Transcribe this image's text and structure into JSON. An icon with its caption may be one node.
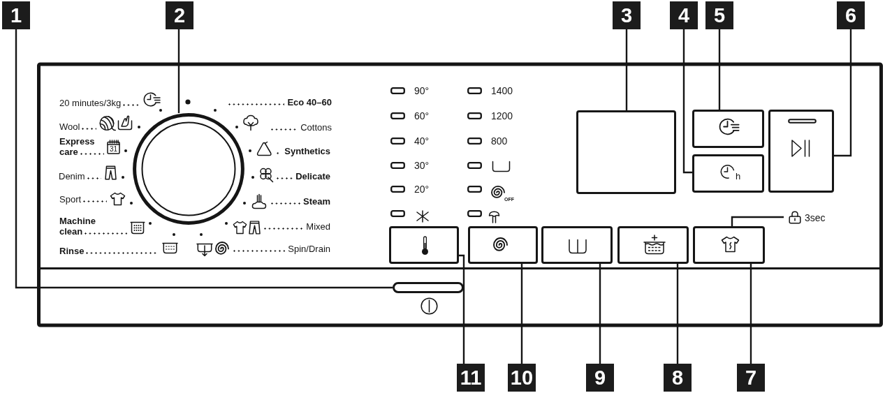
{
  "diagram": {
    "nodes": [
      {
        "text": [
          "1"
        ]
      },
      {
        "text": [
          "2"
        ]
      },
      {
        "text": [
          "3"
        ]
      },
      {
        "text": [
          "4"
        ]
      },
      {
        "text": [
          "5"
        ]
      },
      {
        "text": [
          "6"
        ]
      },
      {
        "text": [
          "7"
        ]
      },
      {
        "text": [
          "8"
        ]
      },
      {
        "text": [
          "9"
        ]
      },
      {
        "text": [
          "10"
        ]
      },
      {
        "text": [
          "11"
        ]
      },
      {
        "text": [],
        "shape": "circle"
      },
      {
        "text": [],
        "shape": "box"
      },
      {
        "text": [],
        "shape": "box"
      },
      {
        "text": [],
        "shape": "box"
      },
      {
        "text": [],
        "shape": "box"
      },
      {
        "text": [],
        "shape": "box"
      },
      {
        "text": [],
        "shape": "box"
      },
      {
        "text": [],
        "shape": "box"
      },
      {
        "text": [],
        "shape": "box"
      },
      {
        "text": [],
        "shape": "box"
      },
      {
        "text": [],
        "shape": "box"
      },
      {
        "text": [
          "3sec"
        ]
      }
    ],
    "edges": [
      {
        "from": 0,
        "to": 21,
        "arrow": "none"
      },
      {
        "from": 1,
        "to": 11,
        "arrow": "none"
      },
      {
        "from": 2,
        "to": 12,
        "arrow": "none"
      },
      {
        "from": 3,
        "to": 14,
        "arrow": "none"
      },
      {
        "from": 4,
        "to": 13,
        "arrow": "none"
      },
      {
        "from": 5,
        "to": 15,
        "arrow": "none"
      },
      {
        "from": 6,
        "to": 20,
        "arrow": "none"
      },
      {
        "from": 7,
        "to": 19,
        "arrow": "none"
      },
      {
        "from": 8,
        "to": 18,
        "arrow": "none"
      },
      {
        "from": 9,
        "to": 17,
        "arrow": "none"
      },
      {
        "from": 10,
        "to": 16,
        "arrow": "none"
      },
      {
        "from": 22,
        "to": 20,
        "arrow": "none"
      }
    ],
    "labels": [
      "20 minutes/3kg",
      "Eco 40–60",
      "Wool",
      "Cottons",
      "Express care",
      "31",
      "Synthetics",
      "Denim",
      "Delicate",
      "Sport",
      "Steam",
      "Machine clean",
      "Mixed",
      "Rinse",
      "Spin/Drain",
      "90°",
      "1400",
      "60°",
      "1200",
      "40°",
      "800",
      "30°",
      "20°",
      "OFF",
      "h"
    ]
  }
}
